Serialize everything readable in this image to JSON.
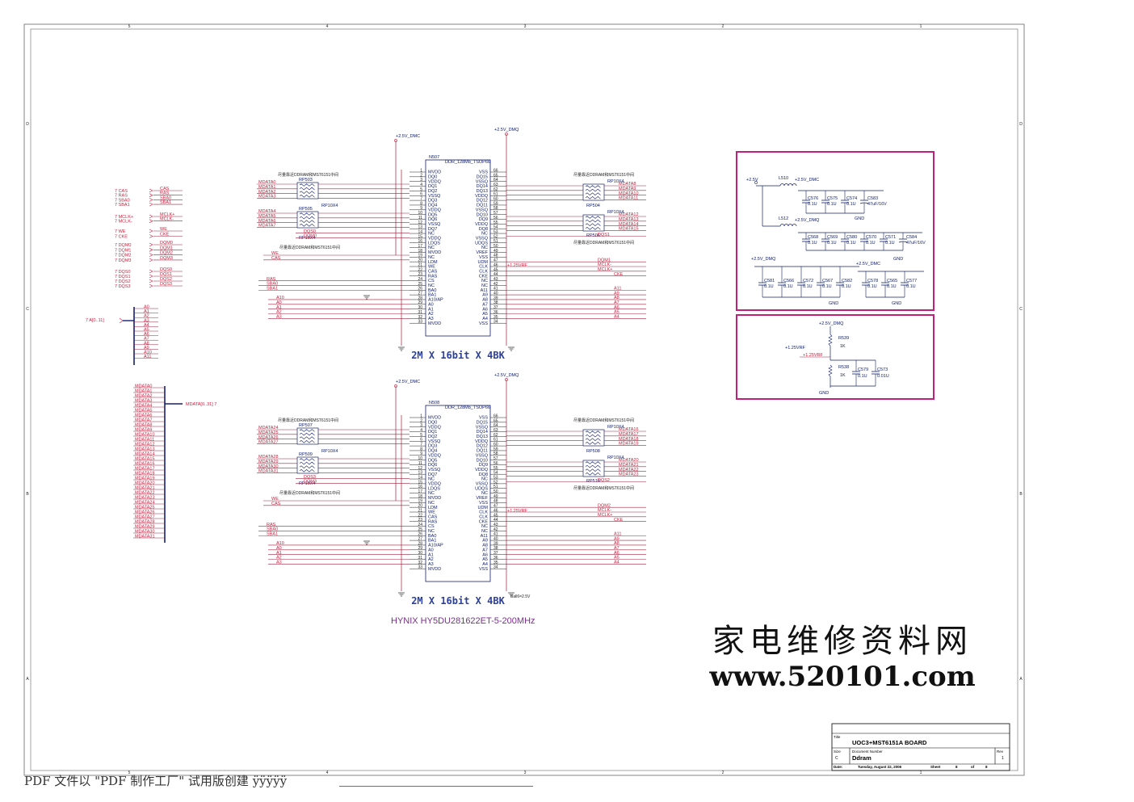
{
  "sheet": {
    "col_labels": [
      "5",
      "4",
      "3",
      "2",
      "1"
    ],
    "row_labels": [
      "D",
      "C",
      "B",
      "A"
    ]
  },
  "chip_top": {
    "ref": "N507",
    "part": "DDR_128Mb_TSOP66",
    "size_label": "2M X 16bit X 4BK",
    "power_left": "+2.5V_DMC",
    "power_right": "+2.5V_DMQ",
    "note_left": "尽量靠近DDRAM和MST6151中间",
    "note_right": "尽量靠近DDRAM和MST6151中间",
    "note_left2": "尽量靠近DDRAM和MST6151中间",
    "note_right2": "尽量靠近DDRAM和MST6151中间",
    "rp_left_a": "RP503",
    "rp_left_a_type": "RP10X4",
    "rp_left_b": "RP505",
    "rp_left_b_type": "RP10X4",
    "rp_right_a": "RP10X4",
    "rp_right_a_ref": "RP504",
    "rp_right_b": "RP10X4",
    "rp_right_b_ref": "RP506",
    "vref_label": "+1.25VRF",
    "left_nets_a": [
      "MDATA0",
      "MDATA1",
      "MDATA2",
      "MDATA3"
    ],
    "left_nets_b": [
      "MDATA4",
      "MDATA5",
      "MDATA6",
      "MDATA7"
    ],
    "right_nets_a": [
      "MDATA8",
      "MDATA9",
      "MDATA10",
      "MDATA11"
    ],
    "right_nets_b": [
      "MDATA12",
      "MDATA13",
      "MDATA14",
      "MDATA15"
    ]
  },
  "chip_bottom": {
    "ref": "N508",
    "part": "DDR_128Mb_TSOP66",
    "size_label": "2M X 16bit X 4BK",
    "power_left": "+2.5V_DMC",
    "power_right": "+2.5V_DMQ",
    "note_left": "尽量靠近DDRAM和MST6151中间",
    "note_right": "尽量靠近DDRAM和MST6151中间",
    "note_left2": "尽量靠近DDRAM和MST6151中间",
    "note_right2": "尽量靠近DDRAM和MST6151中间",
    "rp_left_a": "RP507",
    "rp_left_a_type": "RP10X4",
    "rp_left_b": "RP509",
    "rp_left_b_type": "RP10X4",
    "rp_right_a": "RP10X4",
    "rp_right_a_ref": "RP508",
    "rp_right_b": "RP10X4",
    "rp_right_b_ref": "RP510",
    "vref_label": "+1.25VRF",
    "left_nets_a": [
      "MDATA24",
      "MDATA25",
      "MDATA26",
      "MDATA27"
    ],
    "left_nets_b": [
      "MDATA28",
      "MDATA29",
      "MDATA30",
      "MDATA31"
    ],
    "right_nets_a": [
      "MDATA16",
      "MDATA17",
      "MDATA18",
      "MDATA19"
    ],
    "right_nets_b": [
      "MDATA20",
      "MDATA21",
      "MDATA22",
      "MDATA23"
    ],
    "small_note": "Ball6=2.5V"
  },
  "pins_left": [
    "MVDD",
    "DQ0",
    "VDDQ",
    "DQ1",
    "DQ2",
    "VSSQ",
    "DQ3",
    "DQ4",
    "VDDQ",
    "DQ5",
    "DQ6",
    "VSSQ",
    "DQ7",
    "NC",
    "VDDQ",
    "LDQS",
    "NC",
    "MVDD",
    "NC",
    "LDM",
    "WE",
    "CAS",
    "RAS",
    "CS",
    "NC",
    "BA0",
    "BA1",
    "A10/AP",
    "A0",
    "A1",
    "A2",
    "A3",
    "MVDD"
  ],
  "pins_left_num": [
    "1",
    "2",
    "3",
    "4",
    "5",
    "6",
    "7",
    "8",
    "9",
    "10",
    "11",
    "12",
    "13",
    "14",
    "15",
    "16",
    "17",
    "18",
    "19",
    "20",
    "21",
    "22",
    "23",
    "24",
    "25",
    "26",
    "27",
    "28",
    "29",
    "30",
    "31",
    "32",
    "33"
  ],
  "pins_right": [
    "VSS",
    "DQ15",
    "VSSQ",
    "DQ14",
    "DQ13",
    "VDDQ",
    "DQ12",
    "DQ11",
    "VSSQ",
    "DQ10",
    "DQ9",
    "VDDQ",
    "DQ8",
    "NC",
    "VSSQ",
    "UDQS",
    "NC",
    "VREF",
    "VSS",
    "UDM",
    "CLK",
    "CLK",
    "CKE",
    "NC",
    "NC",
    "A11",
    "A9",
    "A8",
    "A7",
    "A6",
    "A5",
    "A4",
    "VSS"
  ],
  "pins_right_num": [
    "66",
    "65",
    "64",
    "63",
    "62",
    "61",
    "60",
    "59",
    "58",
    "57",
    "56",
    "55",
    "54",
    "53",
    "52",
    "51",
    "50",
    "49",
    "48",
    "47",
    "46",
    "45",
    "44",
    "43",
    "42",
    "41",
    "40",
    "39",
    "38",
    "37",
    "36",
    "35",
    "34"
  ],
  "ctrl_top": {
    "left": [
      "DQS0",
      "DQM0",
      "WE",
      "CAS",
      "RAS",
      "SBA0",
      "SBA1",
      "A10",
      "A0",
      "A1",
      "A2",
      "A3"
    ],
    "right": [
      "DQS1",
      "DQM1",
      "MCLK-",
      "MCLK+",
      "CKE",
      "A11",
      "A9",
      "A8",
      "A7",
      "A6",
      "A5",
      "A4"
    ]
  },
  "ctrl_bottom": {
    "left": [
      "DQS3",
      "DQM3",
      "WE",
      "CAS",
      "RAS",
      "SBA0",
      "SBA1",
      "A10",
      "A0",
      "A1",
      "A2",
      "A3"
    ],
    "right": [
      "DQS2",
      "DQM2",
      "MCLK-",
      "MCLK+",
      "CKE",
      "A11",
      "A9",
      "A8",
      "A7",
      "A6",
      "A5",
      "A4"
    ]
  },
  "offsheet_left": {
    "group1_prefix": "7",
    "group1": [
      "CAS",
      "RAS",
      "SBA0",
      "SBA1"
    ],
    "group1_out": [
      "CAS",
      "RAS",
      "SBA0",
      "SBA1"
    ],
    "group2": [
      "MCLK+",
      "MCLK-"
    ],
    "group2_out": [
      "MCLK+",
      "MCLK-"
    ],
    "group3": [
      "WE",
      "CKE"
    ],
    "group3_out": [
      "WE",
      "CKE"
    ],
    "group4": [
      "DQM0",
      "DQM1",
      "DQM2",
      "DQM3"
    ],
    "group4_out": [
      "DQM0",
      "DQM1",
      "DQM2",
      "DQM3"
    ],
    "group5": [
      "DQS0",
      "DQS1",
      "DQS2",
      "DQS3"
    ],
    "group5_out": [
      "DQS0",
      "DQS1",
      "DQS2",
      "DQS3"
    ],
    "addr_port": "7  A[0..11]",
    "addr_bus": [
      "A0",
      "A1",
      "A2",
      "A3",
      "A4",
      "A5",
      "A6",
      "A7",
      "A8",
      "A9",
      "A10",
      "A11"
    ],
    "data_bus": [
      "MDATA0",
      "MDATA1",
      "MDATA2",
      "MDATA3",
      "MDATA4",
      "MDATA5",
      "MDATA6",
      "MDATA7",
      "MDATA8",
      "MDATA9",
      "MDATA10",
      "MDATA11",
      "MDATA12",
      "MDATA13",
      "MDATA14",
      "MDATA15",
      "MDATA16",
      "MDATA17",
      "MDATA18",
      "MDATA19",
      "MDATA20",
      "MDATA21",
      "MDATA22",
      "MDATA23",
      "MDATA24",
      "MDATA25",
      "MDATA26",
      "MDATA27",
      "MDATA28",
      "MDATA29",
      "MDATA30",
      "MDATA31"
    ],
    "data_port": "MDATA[0..31]  7"
  },
  "power_box": {
    "in_net": "+2.5V",
    "l1": "L510",
    "l1_net": "+2.5V_DMC",
    "l2": "L512",
    "l2_net": "+2.5V_DMQ",
    "row1": [
      {
        "ref": "C576",
        "val": "0.1U"
      },
      {
        "ref": "C575",
        "val": "0.1U"
      },
      {
        "ref": "C574",
        "val": "0.1U"
      }
    ],
    "row1_big": {
      "ref": "C583",
      "val": "47uF/16V"
    },
    "row2": [
      {
        "ref": "C568",
        "val": "0.1U"
      },
      {
        "ref": "C569",
        "val": "0.1U"
      },
      {
        "ref": "C580",
        "val": "0.1U"
      },
      {
        "ref": "C570",
        "val": "0.1U"
      },
      {
        "ref": "C571",
        "val": "0.1U"
      }
    ],
    "row2_big": {
      "ref": "C584",
      "val": "47uF/16V"
    },
    "row3_net": "+2.5V_DMQ",
    "row3": [
      {
        "ref": "C581",
        "val": "0.1U"
      },
      {
        "ref": "C566",
        "val": "0.1U"
      },
      {
        "ref": "C572",
        "val": "0.1U"
      },
      {
        "ref": "C567",
        "val": "0.1U"
      },
      {
        "ref": "C582",
        "val": "0.1U"
      }
    ],
    "row4_net": "+2.5V_DMC",
    "row4": [
      {
        "ref": "C578",
        "val": "0.1U"
      },
      {
        "ref": "C565",
        "val": "0.1U"
      },
      {
        "ref": "C577",
        "val": "0.1U"
      }
    ],
    "gnd": "GND"
  },
  "vref_box": {
    "net_top": "+2.5V_DMQ",
    "r1": "R539",
    "r1_val": "1K",
    "net_mid": "+1.25VRF",
    "r2": "R538",
    "r2_val": "1K",
    "c1": "C579",
    "c1_val": "0.1U",
    "c2": "C573",
    "c2_val": "0.01U",
    "gnd": "GND"
  },
  "part_note": "HYNIX HY5DU281622ET-5-200MHz",
  "title_block": {
    "title_label": "Title",
    "title": "UOC3+MST6151A BOARD",
    "size_label": "Size",
    "size": "C",
    "doc_label": "Document Number",
    "doc": "Ddram",
    "rev_label": "Rev",
    "rev": "1",
    "date_label": "Date:",
    "date": "Tuesday, August 22, 2006",
    "sheet_label": "Sheet",
    "sheet": "8",
    "of_label": "of",
    "of": "8"
  },
  "watermark": {
    "cn": "家电维修资料网",
    "url": "www.520101.com"
  },
  "footer": "PDF 文件以 \"PDF 制作工厂\" 试用版创建  ÿÿÿÿÿ",
  "colors": {
    "net_red": "#c81e3c",
    "wire_red": "#a0203c",
    "box_magenta": "#c0207a",
    "chip_blue": "#12206e"
  }
}
